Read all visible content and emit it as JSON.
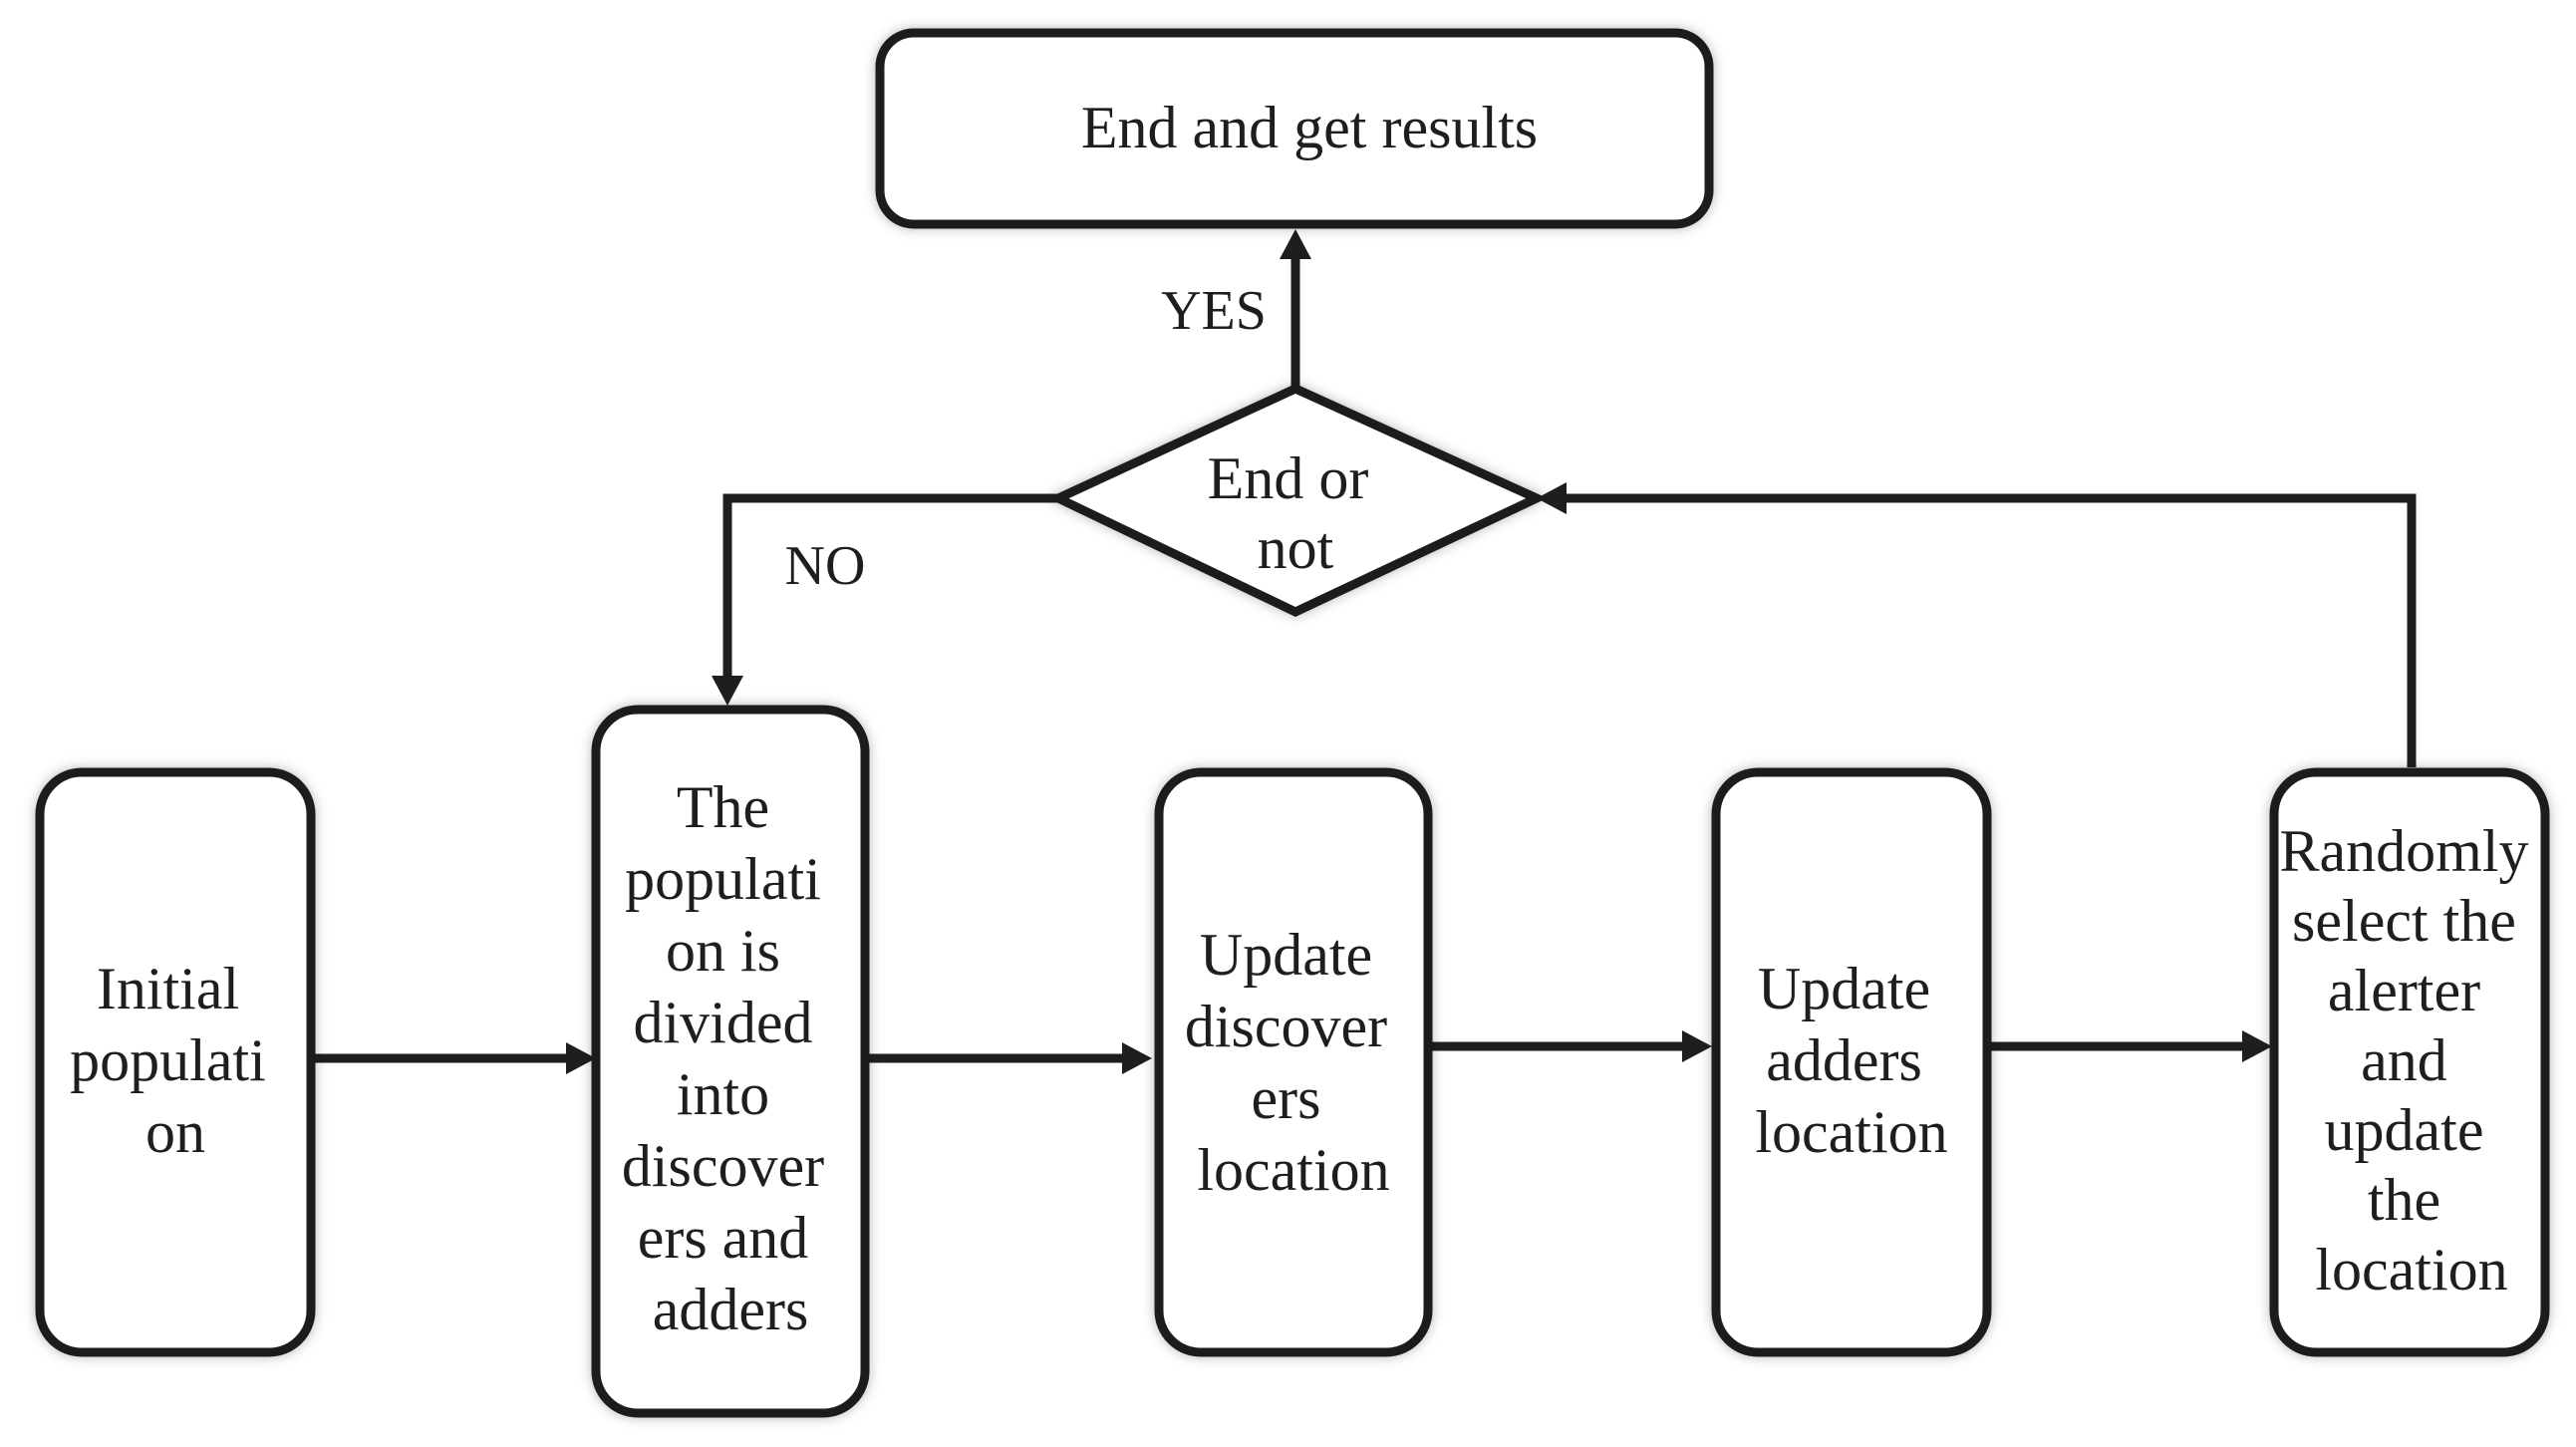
{
  "diagram": {
    "type": "flowchart",
    "colors": {
      "stroke": "#1e1e1e",
      "fill": "#ffffff",
      "text": "#1e1e1e"
    },
    "nodes": {
      "end_results": {
        "shape": "rounded-rectangle",
        "lines": [
          "End and get results"
        ]
      },
      "decision": {
        "shape": "diamond",
        "lines": [
          "End or",
          "not"
        ]
      },
      "initial_population": {
        "shape": "rounded-rectangle",
        "lines": [
          "Initial",
          "populati",
          "on"
        ]
      },
      "divide_population": {
        "shape": "rounded-rectangle",
        "lines": [
          "The",
          "populati",
          "on is",
          "divided",
          "into",
          "discover",
          "ers and",
          "adders"
        ]
      },
      "update_discoverers": {
        "shape": "rounded-rectangle",
        "lines": [
          "Update",
          "discover",
          "ers",
          "location"
        ]
      },
      "update_adders": {
        "shape": "rounded-rectangle",
        "lines": [
          "Update",
          "adders",
          "location"
        ]
      },
      "random_alerter": {
        "shape": "rounded-rectangle",
        "lines": [
          "Randomly",
          "select the",
          "alerter",
          "and",
          "update",
          "the",
          "location"
        ]
      }
    },
    "edges": [
      {
        "from": "initial_population",
        "to": "divide_population",
        "label": ""
      },
      {
        "from": "divide_population",
        "to": "update_discoverers",
        "label": ""
      },
      {
        "from": "update_discoverers",
        "to": "update_adders",
        "label": ""
      },
      {
        "from": "update_adders",
        "to": "random_alerter",
        "label": ""
      },
      {
        "from": "random_alerter",
        "to": "decision",
        "label": ""
      },
      {
        "from": "decision",
        "to": "end_results",
        "label": "YES"
      },
      {
        "from": "decision",
        "to": "divide_population",
        "label": "NO"
      }
    ]
  }
}
